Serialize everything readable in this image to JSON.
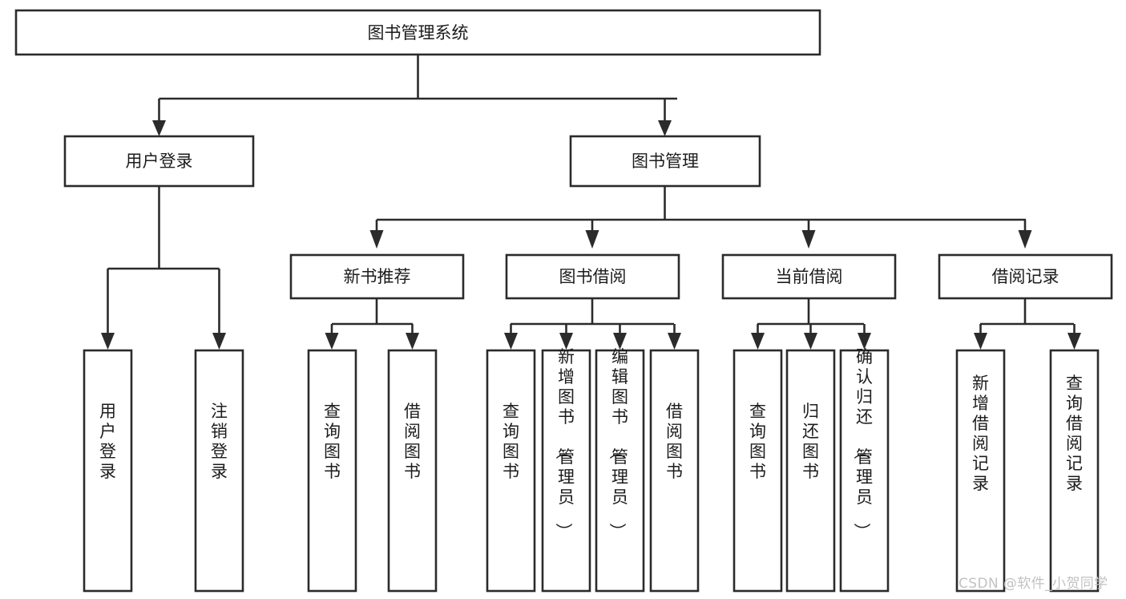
{
  "diagram": {
    "type": "tree",
    "title": "图书管理系统",
    "watermark": "CSDN @软件_小贺同学",
    "colors": {
      "box_stroke": "#2b2b2b",
      "box_fill": "#ffffff",
      "text": "#1c1c1c",
      "watermark": "#c2c2c2",
      "background": "#ffffff"
    },
    "nodes": {
      "root": {
        "label": "图书管理系统"
      },
      "level2": [
        {
          "label": "用户登录"
        },
        {
          "label": "图书管理"
        }
      ],
      "level3": [
        {
          "label": "新书推荐"
        },
        {
          "label": "图书借阅"
        },
        {
          "label": "当前借阅"
        },
        {
          "label": "借阅记录"
        }
      ],
      "leaves_user_login": [
        {
          "label": "用户登录"
        },
        {
          "label": "注销登录"
        }
      ],
      "leaves_new_book": [
        {
          "label": "查询图书"
        },
        {
          "label": "借阅图书"
        }
      ],
      "leaves_borrow": [
        {
          "label": "查询图书"
        },
        {
          "label": "新增图书（管理员）"
        },
        {
          "label": "编辑图书（管理员）"
        },
        {
          "label": "借阅图书"
        }
      ],
      "leaves_current": [
        {
          "label": "查询图书"
        },
        {
          "label": "归还图书"
        },
        {
          "label": "确认归还（管理员）"
        }
      ],
      "leaves_records": [
        {
          "label": "新增借阅记录"
        },
        {
          "label": "查询借阅记录"
        }
      ]
    }
  }
}
